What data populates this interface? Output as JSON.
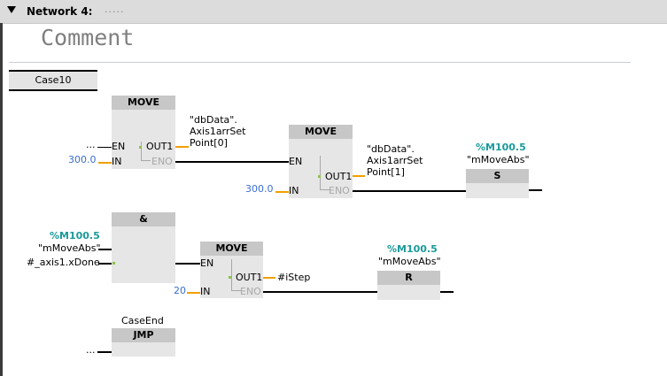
{
  "network": {
    "title": "Network 4:",
    "dots": ".....",
    "comment": "Comment"
  },
  "label": "Case10",
  "move1": {
    "title": "MOVE",
    "en": "EN",
    "in": "IN",
    "out1": "OUT1",
    "eno": "ENO",
    "en_input": "...",
    "in_value": "300.0",
    "out_tag_line1": "\"dbData\".",
    "out_tag_line2": "Axis1arrSet",
    "out_tag_line3": "Point[0]"
  },
  "move2": {
    "title": "MOVE",
    "en": "EN",
    "in": "IN",
    "out1": "OUT1",
    "eno": "ENO",
    "in_value": "300.0",
    "out_tag_line1": "\"dbData\".",
    "out_tag_line2": "Axis1arrSet",
    "out_tag_line3": "Point[1]"
  },
  "set_coil": {
    "address": "%M100.5",
    "name": "\"mMoveAbs\"",
    "type": "S"
  },
  "and_block": {
    "title": "&",
    "in1_address": "%M100.5",
    "in1_name": "\"mMoveAbs\"",
    "in2_name": "#_axis1.xDone"
  },
  "move3": {
    "title": "MOVE",
    "en": "EN",
    "in": "IN",
    "out1": "OUT1",
    "eno": "ENO",
    "in_value": "20",
    "out_tag": "#iStep"
  },
  "reset_coil": {
    "address": "%M100.5",
    "name": "\"mMoveAbs\"",
    "type": "R"
  },
  "jmp": {
    "label": "CaseEnd",
    "title": "JMP",
    "input": "..."
  },
  "colors": {
    "header_bg": "#dcdcdc",
    "block_bg": "#e6e6e6",
    "block_head": "#c7c7c7",
    "address": "#1a9a9a",
    "constant": "#3a6fd0",
    "output_wire": "#f0a000"
  }
}
